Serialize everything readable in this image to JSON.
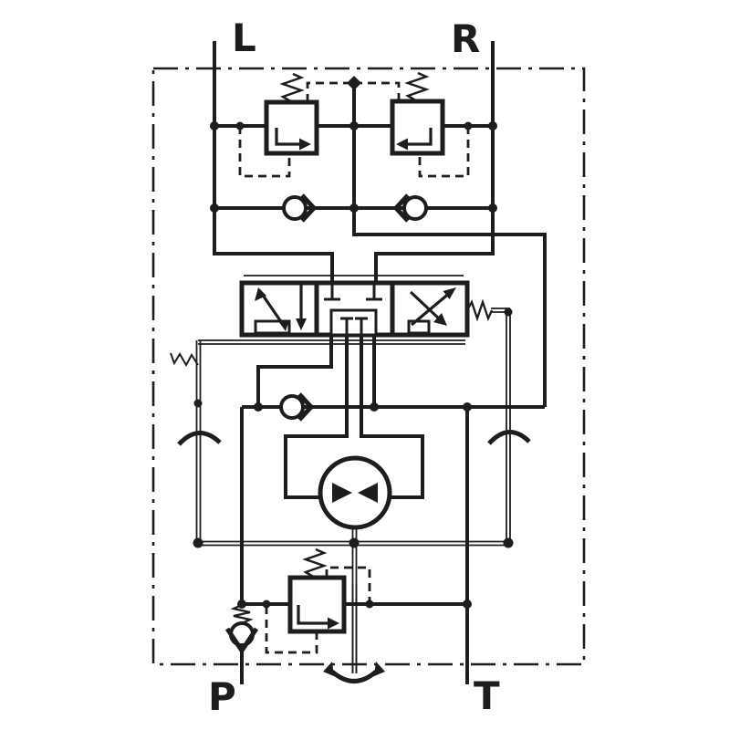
{
  "diagram": {
    "type": "hydraulic-schematic",
    "description": "Hydraulic steering unit circuit schematic",
    "colors": {
      "line": "#1d1d1b",
      "background": "#ffffff"
    },
    "ports": {
      "top_left": "L",
      "top_right": "R",
      "bottom_left": "P",
      "bottom_right": "T"
    },
    "components": [
      "shock-relief-valve-left",
      "shock-relief-valve-right",
      "anti-cavitation-check-valve-left",
      "anti-cavitation-check-valve-right",
      "directional-spool-valve",
      "neutral-check-valve",
      "metering-motor",
      "inlet-check-valve",
      "pressure-relief-valve",
      "steering-wheel-linkage"
    ]
  }
}
